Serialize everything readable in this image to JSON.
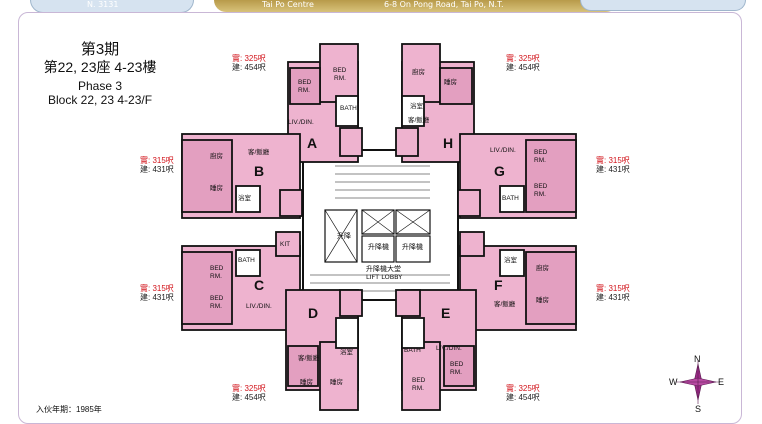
{
  "header": {
    "left_text": "N. 3131",
    "mid_text": "Tai Po Centre",
    "mid_sub": "6-8 On Pong Road, Tai Po, N.T."
  },
  "titles": {
    "line1": "第3期",
    "line2": "第22, 23座  4-23樓",
    "line3": "Phase 3",
    "line4": "Block 22, 23  4-23/F"
  },
  "units": {
    "A": {
      "letter": "A",
      "sale": "實: 325呎",
      "gross": "建: 454呎"
    },
    "H": {
      "letter": "H",
      "sale": "實: 325呎",
      "gross": "建: 454呎"
    },
    "B": {
      "letter": "B",
      "sale": "實: 315呎",
      "gross": "建: 431呎"
    },
    "G": {
      "letter": "G",
      "sale": "實: 315呎",
      "gross": "建: 431呎"
    },
    "C": {
      "letter": "C",
      "sale": "實: 315呎",
      "gross": "建: 431呎"
    },
    "F": {
      "letter": "F",
      "sale": "實: 315呎",
      "gross": "建: 431呎"
    },
    "D": {
      "letter": "D",
      "sale": "實: 325呎",
      "gross": "建: 454呎"
    },
    "E": {
      "letter": "E",
      "sale": "實: 325呎",
      "gross": "建: 454呎"
    }
  },
  "room_labels": {
    "bed": "BED RM.",
    "bath": "BATH",
    "kit": "KIT",
    "liv_din": "LIV./DIN.",
    "bedroom_cn": "睡房",
    "living_cn": "客/飯廳",
    "kitchen_cn": "廚房",
    "bath_cn": "浴室",
    "lift": "升降機",
    "lift_lobby": "升降機大堂",
    "lift_lobby_en": "LIFT LOBBY"
  },
  "intake": "入伙年期：1985年",
  "compass": {
    "n": "N",
    "s": "S",
    "e": "E",
    "w": "W"
  },
  "colors": {
    "room": "#eeb3cf",
    "room_dark": "#e39fc0",
    "wall": "#111111",
    "frame": "#c9b7d6",
    "red": "#d2141b"
  }
}
